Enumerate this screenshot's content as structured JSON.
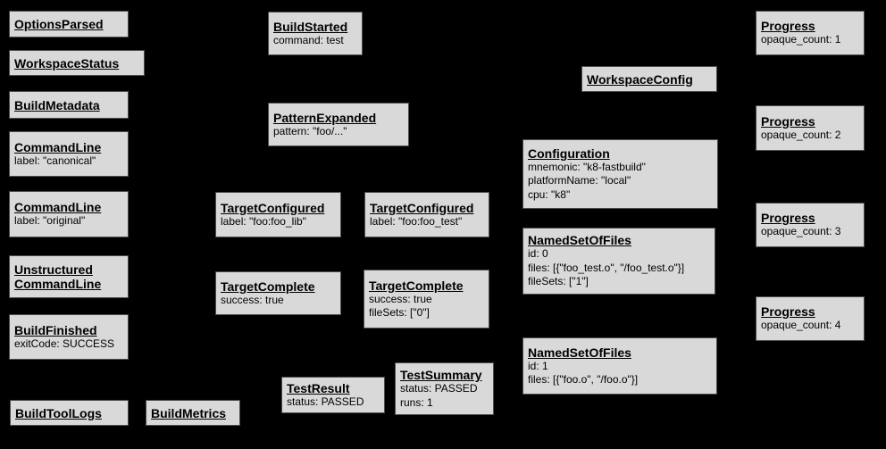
{
  "colors": {
    "background": "#000000",
    "node_fill": "#d9d9d9",
    "node_border": "#4d4d4d",
    "text": "#000000"
  },
  "nodes": [
    {
      "title": "OptionsParsed",
      "lines": []
    },
    {
      "title": "WorkspaceStatus",
      "lines": []
    },
    {
      "title": "BuildMetadata",
      "lines": []
    },
    {
      "title": "CommandLine",
      "lines": [
        "label: \"canonical\""
      ]
    },
    {
      "title": "CommandLine",
      "lines": [
        "label: \"original\""
      ]
    },
    {
      "title": "Unstructured",
      "title2": "CommandLine",
      "lines": []
    },
    {
      "title": "BuildFinished",
      "lines": [
        "exitCode: SUCCESS"
      ]
    },
    {
      "title": "BuildToolLogs",
      "lines": []
    },
    {
      "title": "BuildMetrics",
      "lines": []
    },
    {
      "title": "BuildStarted",
      "lines": [
        "command: test"
      ]
    },
    {
      "title": "PatternExpanded",
      "lines": [
        "pattern: \"foo/...\""
      ]
    },
    {
      "title": "TargetConfigured",
      "lines": [
        "label: \"foo:foo_lib\""
      ]
    },
    {
      "title": "TargetConfigured",
      "lines": [
        "label: \"foo:foo_test\""
      ]
    },
    {
      "title": "TargetComplete",
      "lines": [
        "success: true"
      ]
    },
    {
      "title": "TargetComplete",
      "lines": [
        "success: true",
        "fileSets: [\"0\"]"
      ]
    },
    {
      "title": "TestResult",
      "lines": [
        "status: PASSED"
      ]
    },
    {
      "title": "TestSummary",
      "lines": [
        "status: PASSED",
        "runs: 1"
      ]
    },
    {
      "title": "WorkspaceConfig",
      "lines": []
    },
    {
      "title": "Configuration",
      "lines": [
        "mnemonic: \"k8-fastbuild\"",
        "platformName: \"local\"",
        "cpu: \"k8\""
      ]
    },
    {
      "title": "NamedSetOfFiles",
      "lines": [
        "id: 0",
        "files: [{\"foo_test.o\", \"/foo_test.o\"}]",
        "fileSets: [\"1\"]"
      ]
    },
    {
      "title": "NamedSetOfFiles",
      "lines": [
        "id: 1",
        "files: [{\"foo.o\", \"/foo.o\"}]"
      ]
    },
    {
      "title": "Progress",
      "lines": [
        "opaque_count: 1"
      ]
    },
    {
      "title": "Progress",
      "lines": [
        "opaque_count: 2"
      ]
    },
    {
      "title": "Progress",
      "lines": [
        "opaque_count: 3"
      ]
    },
    {
      "title": "Progress",
      "lines": [
        "opaque_count: 4"
      ]
    }
  ]
}
